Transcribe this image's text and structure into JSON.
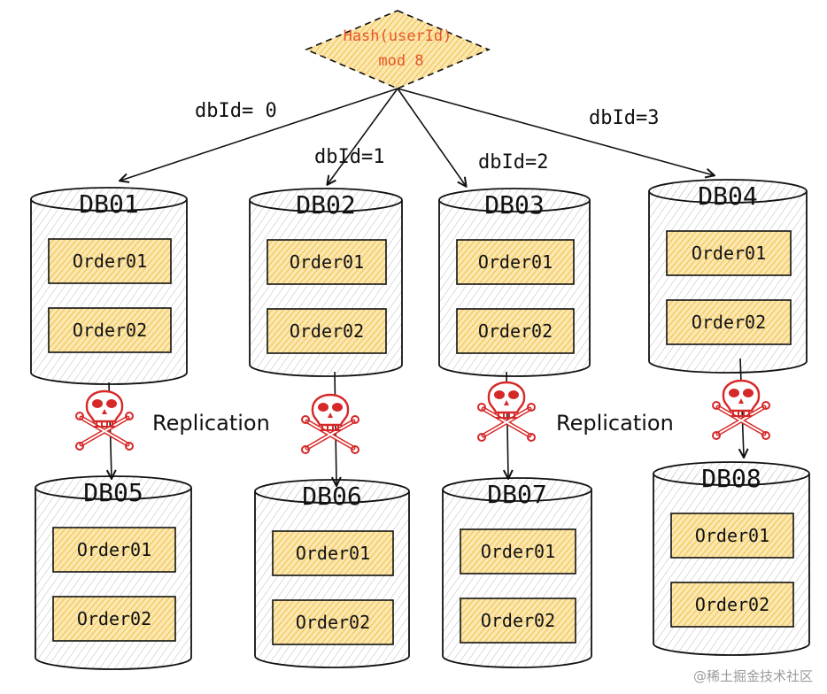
{
  "hash_node": {
    "line1": "Hash(userId)",
    "line2": "mod  8"
  },
  "edges": [
    {
      "label": "dbId= 0"
    },
    {
      "label": "dbId=1"
    },
    {
      "label": "dbId=2"
    },
    {
      "label": "dbId=3"
    }
  ],
  "databases": [
    {
      "name": "DB01",
      "tables": [
        "Order01",
        "Order02"
      ]
    },
    {
      "name": "DB02",
      "tables": [
        "Order01",
        "Order02"
      ]
    },
    {
      "name": "DB03",
      "tables": [
        "Order01",
        "Order02"
      ]
    },
    {
      "name": "DB04",
      "tables": [
        "Order01",
        "Order02"
      ]
    },
    {
      "name": "DB05",
      "tables": [
        "Order01",
        "Order02"
      ]
    },
    {
      "name": "DB06",
      "tables": [
        "Order01",
        "Order02"
      ]
    },
    {
      "name": "DB07",
      "tables": [
        "Order01",
        "Order02"
      ]
    },
    {
      "name": "DB08",
      "tables": [
        "Order01",
        "Order02"
      ]
    }
  ],
  "replication_labels": [
    "Replication",
    "Replication"
  ],
  "watermark": "@稀土掘金技术社区",
  "colors": {
    "hash_fill": "#f7d77a",
    "hash_text": "#e5572b",
    "table_fill": "#f2c94c",
    "cylinder_hatch": "#bdbdbd",
    "stroke": "#111111",
    "skull": "#d62828"
  },
  "icons": [
    "skull-crossbones-icon"
  ]
}
